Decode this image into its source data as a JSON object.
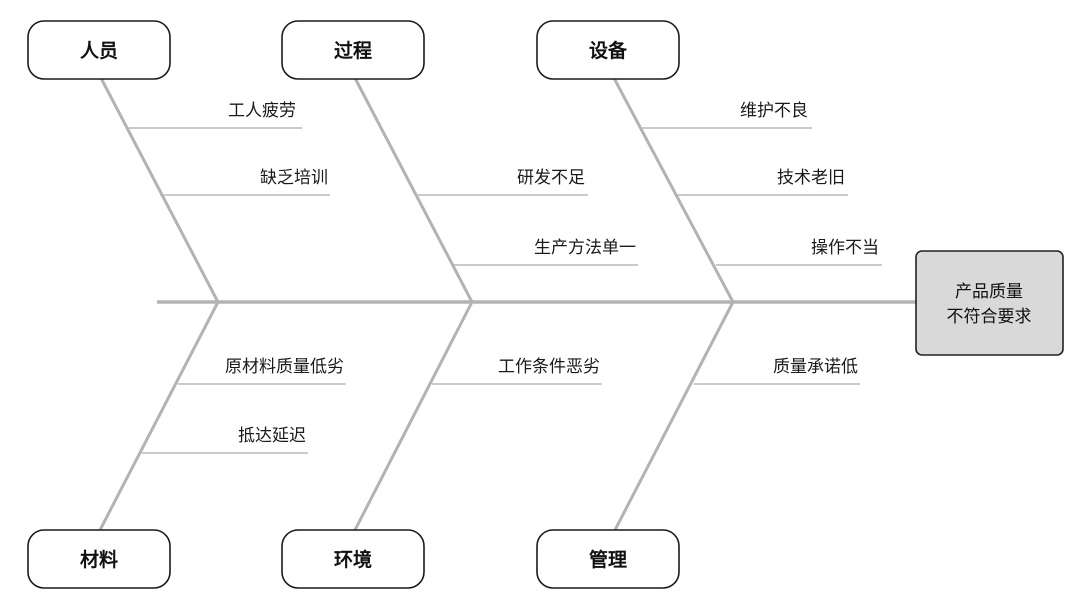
{
  "effect": {
    "lines": [
      "产品质量",
      "不符合要求"
    ]
  },
  "categories": [
    {
      "id": "people",
      "label": "人员",
      "causes": [
        "工人疲劳",
        "缺乏培训"
      ]
    },
    {
      "id": "process",
      "label": "过程",
      "causes": [
        "研发不足",
        "生产方法单一"
      ]
    },
    {
      "id": "equipment",
      "label": "设备",
      "causes": [
        "维护不良",
        "技术老旧",
        "操作不当"
      ]
    },
    {
      "id": "material",
      "label": "材料",
      "causes": [
        "原材料质量低劣",
        "抵达延迟"
      ]
    },
    {
      "id": "environment",
      "label": "环境",
      "causes": [
        "工作条件恶劣"
      ]
    },
    {
      "id": "management",
      "label": "管理",
      "causes": [
        "质量承诺低"
      ]
    }
  ],
  "colors": {
    "bone": "#b3b3b3",
    "box_border": "#1a1a1a",
    "effect_fill": "#d9d9d9",
    "text": "#111111"
  }
}
